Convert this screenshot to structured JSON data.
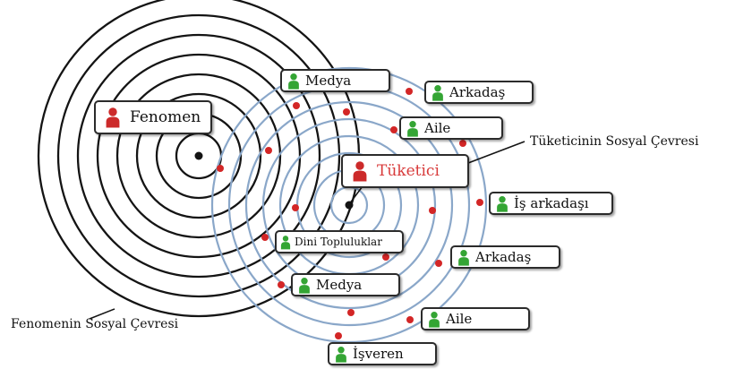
{
  "colors": {
    "phenomenon_rings": "#141414",
    "consumer_rings": "#8aa7c9",
    "connector_dot": "#d32626",
    "person_green": "#34a534",
    "person_red": "#cc2a2a",
    "highlight_text": "#d83a3a"
  },
  "captions": {
    "phenomenon_circle": "Fenomenin Sosyal Çevresi",
    "consumer_circle": "Tüketicinin Sosyal Çevresi"
  },
  "centers": {
    "phenomenon": {
      "label": "Fenomen",
      "icon": "person-icon-red"
    },
    "consumer": {
      "label": "Tüketici",
      "icon": "person-icon-red"
    }
  },
  "nodes": [
    {
      "id": "medya-top",
      "label": "Medya",
      "icon": "person-icon-green"
    },
    {
      "id": "arkadas-top",
      "label": "Arkadaş",
      "icon": "person-icon-green"
    },
    {
      "id": "aile-top",
      "label": "Aile",
      "icon": "person-icon-green"
    },
    {
      "id": "is-arkadasi",
      "label": "İş arkadaşı",
      "icon": "person-icon-green"
    },
    {
      "id": "dini-topluluklar",
      "label": "Dini Topluluklar",
      "icon": "person-icon-green"
    },
    {
      "id": "arkadas-bottom",
      "label": "Arkadaş",
      "icon": "person-icon-green"
    },
    {
      "id": "medya-bottom",
      "label": "Medya",
      "icon": "person-icon-green"
    },
    {
      "id": "aile-bottom",
      "label": "Aile",
      "icon": "person-icon-green"
    },
    {
      "id": "isveren",
      "label": "İşveren",
      "icon": "person-icon-green"
    }
  ]
}
